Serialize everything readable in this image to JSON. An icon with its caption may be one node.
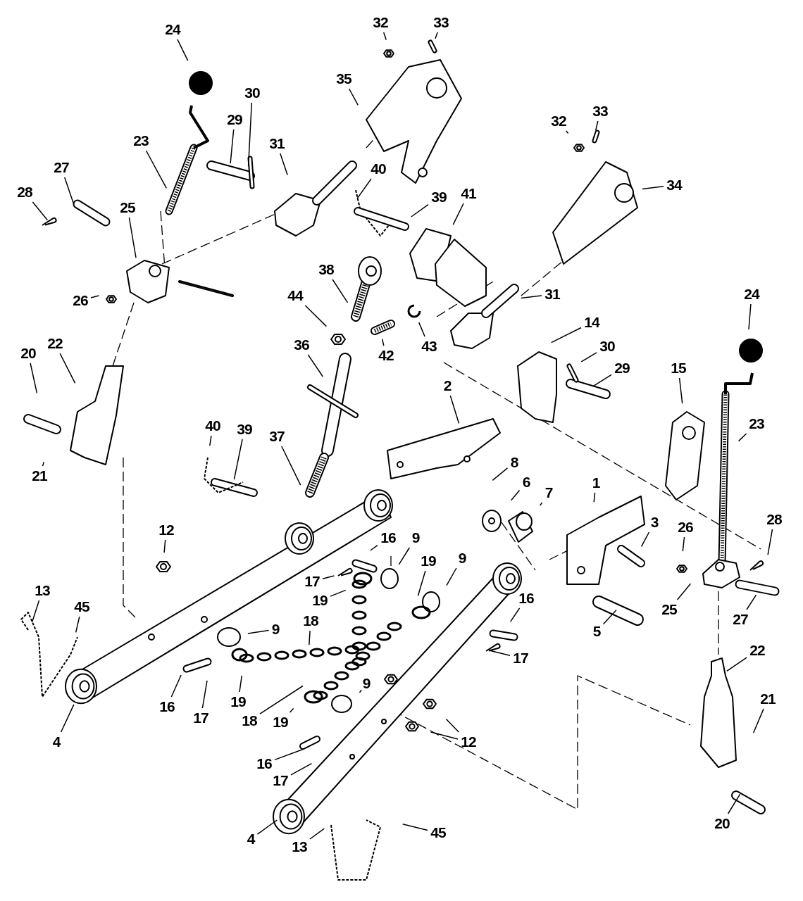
{
  "diagram": {
    "nodes": [
      {
        "text": [
          "24"
        ]
      },
      {
        "text": [
          "32"
        ]
      },
      {
        "text": [
          "33"
        ]
      },
      {
        "text": [
          "35"
        ]
      },
      {
        "text": [
          "30"
        ]
      },
      {
        "text": [
          "29"
        ]
      },
      {
        "text": [
          "31"
        ]
      },
      {
        "text": [
          "23"
        ]
      },
      {
        "text": [
          "40"
        ]
      },
      {
        "text": [
          "39"
        ]
      },
      {
        "text": [
          "41"
        ]
      },
      {
        "text": [
          "32"
        ]
      },
      {
        "text": [
          "33"
        ]
      },
      {
        "text": [
          "34"
        ]
      },
      {
        "text": [
          "27"
        ]
      },
      {
        "text": [
          "28"
        ]
      },
      {
        "text": [
          "25"
        ]
      },
      {
        "text": [
          "26"
        ]
      },
      {
        "text": [
          "38"
        ]
      },
      {
        "text": [
          "44"
        ]
      },
      {
        "text": [
          "42"
        ]
      },
      {
        "text": [
          "43"
        ]
      },
      {
        "text": [
          "31"
        ]
      },
      {
        "text": [
          "36"
        ]
      },
      {
        "text": [
          "14"
        ]
      },
      {
        "text": [
          "24"
        ]
      },
      {
        "text": [
          "30"
        ]
      },
      {
        "text": [
          "29"
        ]
      },
      {
        "text": [
          "22"
        ]
      },
      {
        "text": [
          "20"
        ]
      },
      {
        "text": [
          "21"
        ]
      },
      {
        "text": [
          "40"
        ]
      },
      {
        "text": [
          "39"
        ]
      },
      {
        "text": [
          "37"
        ]
      },
      {
        "text": [
          "2"
        ]
      },
      {
        "text": [
          "15"
        ]
      },
      {
        "text": [
          "23"
        ]
      },
      {
        "text": [
          "8"
        ]
      },
      {
        "text": [
          "6"
        ]
      },
      {
        "text": [
          "7"
        ]
      },
      {
        "text": [
          "1"
        ]
      },
      {
        "text": [
          "3"
        ]
      },
      {
        "text": [
          "26"
        ]
      },
      {
        "text": [
          "28"
        ]
      },
      {
        "text": [
          "12"
        ]
      },
      {
        "text": [
          "16"
        ]
      },
      {
        "text": [
          "9"
        ]
      },
      {
        "text": [
          "17"
        ]
      },
      {
        "text": [
          "19"
        ]
      },
      {
        "text": [
          "19"
        ]
      },
      {
        "text": [
          "9"
        ]
      },
      {
        "text": [
          "18"
        ]
      },
      {
        "text": [
          "9"
        ]
      },
      {
        "text": [
          "16"
        ]
      },
      {
        "text": [
          "25"
        ]
      },
      {
        "text": [
          "27"
        ]
      },
      {
        "text": [
          "13"
        ]
      },
      {
        "text": [
          "45"
        ]
      },
      {
        "text": [
          "5"
        ]
      },
      {
        "text": [
          "17"
        ]
      },
      {
        "text": [
          "22"
        ]
      },
      {
        "text": [
          "19"
        ]
      },
      {
        "text": [
          "18"
        ]
      },
      {
        "text": [
          "9"
        ]
      },
      {
        "text": [
          "19"
        ]
      },
      {
        "text": [
          "16"
        ]
      },
      {
        "text": [
          "17"
        ]
      },
      {
        "text": [
          "12"
        ]
      },
      {
        "text": [
          "4"
        ]
      },
      {
        "text": [
          "21"
        ]
      },
      {
        "text": [
          "16"
        ]
      },
      {
        "text": [
          "17"
        ]
      },
      {
        "text": [
          "20"
        ]
      },
      {
        "text": [
          "4"
        ]
      },
      {
        "text": [
          "13"
        ]
      },
      {
        "text": [
          "45"
        ]
      }
    ],
    "edges": [
      {
        "from": 0,
        "to": null,
        "arrow": "none"
      },
      {
        "from": 1,
        "to": null,
        "arrow": "none"
      },
      {
        "from": 2,
        "to": null,
        "arrow": "none"
      },
      {
        "from": 3,
        "to": null,
        "arrow": "none"
      },
      {
        "from": 4,
        "to": null,
        "arrow": "none"
      },
      {
        "from": 5,
        "to": null,
        "arrow": "none"
      },
      {
        "from": 6,
        "to": null,
        "arrow": "none"
      },
      {
        "from": 7,
        "to": null,
        "arrow": "none"
      },
      {
        "from": 8,
        "to": null,
        "arrow": "none"
      },
      {
        "from": 9,
        "to": null,
        "arrow": "none"
      },
      {
        "from": 10,
        "to": null,
        "arrow": "none"
      },
      {
        "from": 11,
        "to": null,
        "arrow": "none"
      },
      {
        "from": 12,
        "to": null,
        "arrow": "none"
      },
      {
        "from": 13,
        "to": null,
        "arrow": "none"
      },
      {
        "from": 14,
        "to": null,
        "arrow": "none"
      },
      {
        "from": 15,
        "to": null,
        "arrow": "none"
      },
      {
        "from": 16,
        "to": null,
        "arrow": "none"
      },
      {
        "from": 17,
        "to": null,
        "arrow": "none"
      },
      {
        "from": 18,
        "to": null,
        "arrow": "none"
      },
      {
        "from": 19,
        "to": null,
        "arrow": "none"
      },
      {
        "from": 20,
        "to": null,
        "arrow": "none"
      },
      {
        "from": 21,
        "to": null,
        "arrow": "none"
      },
      {
        "from": 22,
        "to": null,
        "arrow": "none"
      },
      {
        "from": 23,
        "to": null,
        "arrow": "none"
      },
      {
        "from": 24,
        "to": null,
        "arrow": "none"
      },
      {
        "from": 25,
        "to": null,
        "arrow": "none"
      },
      {
        "from": 26,
        "to": null,
        "arrow": "none"
      },
      {
        "from": 27,
        "to": null,
        "arrow": "none"
      },
      {
        "from": 28,
        "to": null,
        "arrow": "none"
      },
      {
        "from": 29,
        "to": null,
        "arrow": "none"
      },
      {
        "from": 30,
        "to": null,
        "arrow": "none"
      },
      {
        "from": 31,
        "to": null,
        "arrow": "none"
      },
      {
        "from": 32,
        "to": null,
        "arrow": "none"
      },
      {
        "from": 33,
        "to": null,
        "arrow": "none"
      },
      {
        "from": 34,
        "to": null,
        "arrow": "none"
      },
      {
        "from": 35,
        "to": null,
        "arrow": "none"
      },
      {
        "from": 36,
        "to": null,
        "arrow": "none"
      },
      {
        "from": 37,
        "to": null,
        "arrow": "none"
      },
      {
        "from": 38,
        "to": null,
        "arrow": "none"
      },
      {
        "from": 39,
        "to": null,
        "arrow": "none"
      },
      {
        "from": 40,
        "to": null,
        "arrow": "none"
      },
      {
        "from": 41,
        "to": null,
        "arrow": "none"
      },
      {
        "from": 42,
        "to": null,
        "arrow": "none"
      },
      {
        "from": 43,
        "to": null,
        "arrow": "none"
      },
      {
        "from": 44,
        "to": null,
        "arrow": "none"
      },
      {
        "from": 45,
        "to": null,
        "arrow": "none"
      },
      {
        "from": 46,
        "to": null,
        "arrow": "none"
      },
      {
        "from": 47,
        "to": null,
        "arrow": "none"
      },
      {
        "from": 48,
        "to": null,
        "arrow": "none"
      },
      {
        "from": 49,
        "to": null,
        "arrow": "none"
      },
      {
        "from": 50,
        "to": null,
        "arrow": "none"
      },
      {
        "from": 51,
        "to": null,
        "arrow": "none"
      },
      {
        "from": 52,
        "to": null,
        "arrow": "none"
      },
      {
        "from": 53,
        "to": null,
        "arrow": "none"
      },
      {
        "from": 54,
        "to": null,
        "arrow": "none"
      },
      {
        "from": 55,
        "to": null,
        "arrow": "none"
      },
      {
        "from": 56,
        "to": null,
        "arrow": "none"
      },
      {
        "from": 57,
        "to": null,
        "arrow": "none"
      },
      {
        "from": 58,
        "to": null,
        "arrow": "none"
      },
      {
        "from": 59,
        "to": null,
        "arrow": "none"
      },
      {
        "from": 60,
        "to": null,
        "arrow": "none"
      },
      {
        "from": 61,
        "to": null,
        "arrow": "none"
      },
      {
        "from": 62,
        "to": null,
        "arrow": "none"
      },
      {
        "from": 63,
        "to": null,
        "arrow": "none"
      },
      {
        "from": 64,
        "to": null,
        "arrow": "none"
      },
      {
        "from": 65,
        "to": null,
        "arrow": "none"
      },
      {
        "from": 66,
        "to": null,
        "arrow": "none"
      },
      {
        "from": 67,
        "to": null,
        "arrow": "none"
      },
      {
        "from": 67,
        "to": null,
        "arrow": "none"
      },
      {
        "from": 68,
        "to": null,
        "arrow": "none"
      },
      {
        "from": 69,
        "to": null,
        "arrow": "none"
      },
      {
        "from": 70,
        "to": null,
        "arrow": "none"
      },
      {
        "from": 71,
        "to": null,
        "arrow": "none"
      },
      {
        "from": 72,
        "to": null,
        "arrow": "none"
      },
      {
        "from": 73,
        "to": null,
        "arrow": "none"
      },
      {
        "from": 74,
        "to": null,
        "arrow": "none"
      },
      {
        "from": 75,
        "to": null,
        "arrow": "none"
      }
    ]
  }
}
